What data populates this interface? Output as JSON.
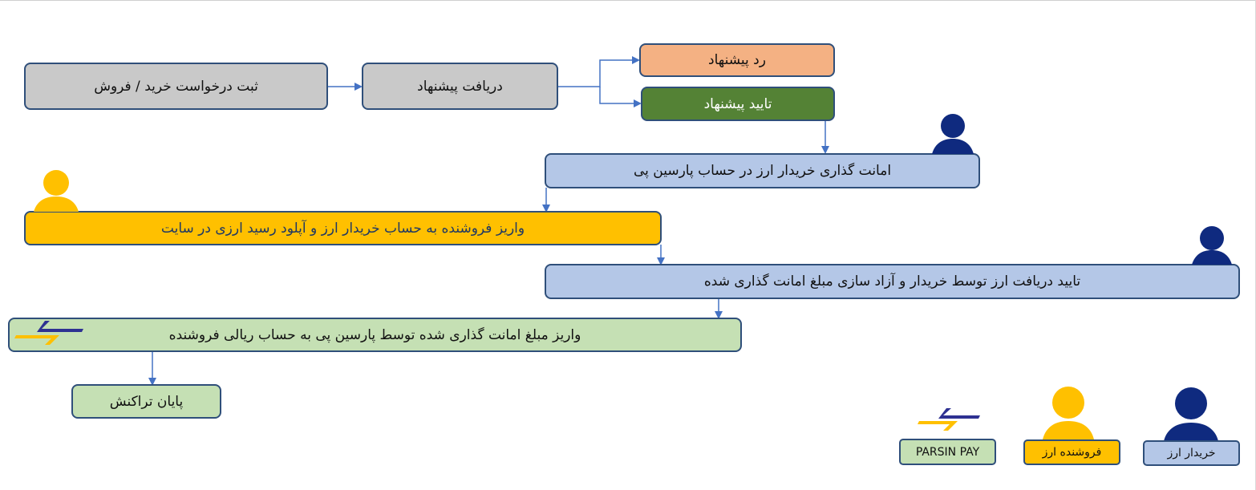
{
  "flow": {
    "register_request": "ثبت درخواست خرید / فروش",
    "receive_offer": "دریافت پیشنهاد",
    "reject_offer": "رد پیشنهاد",
    "accept_offer": "تایید پیشنهاد",
    "buyer_deposit": "امانت گذاری خریدار ارز در حساب پارسین پی",
    "seller_transfer": "واریز فروشنده به حساب خریدار ارز و آپلود رسید ارزی در سایت",
    "buyer_confirm": "تایید دریافت ارز توسط خریدار و آزاد سازی مبلغ امانت گذاری شده",
    "parsinpay_payout": "واریز مبلغ امانت گذاری شده توسط پارسین پی به حساب ریالی فروشنده",
    "end_transaction": "پایان تراکنش"
  },
  "legend": {
    "parsin_pay": "PARSIN PAY",
    "seller": "فروشنده ارز",
    "buyer": "خریدار ارز"
  },
  "colors": {
    "buyer": "#0f2a7f",
    "seller": "#ffc000",
    "parsin_blue": "#2e3192",
    "parsin_yellow": "#ffc000",
    "connector": "#4472c4",
    "border": "#2f4f7a"
  },
  "icons": {
    "buyer": "person-icon-navy",
    "seller": "person-icon-yellow",
    "parsin_pay": "exchange-arrows-icon"
  }
}
